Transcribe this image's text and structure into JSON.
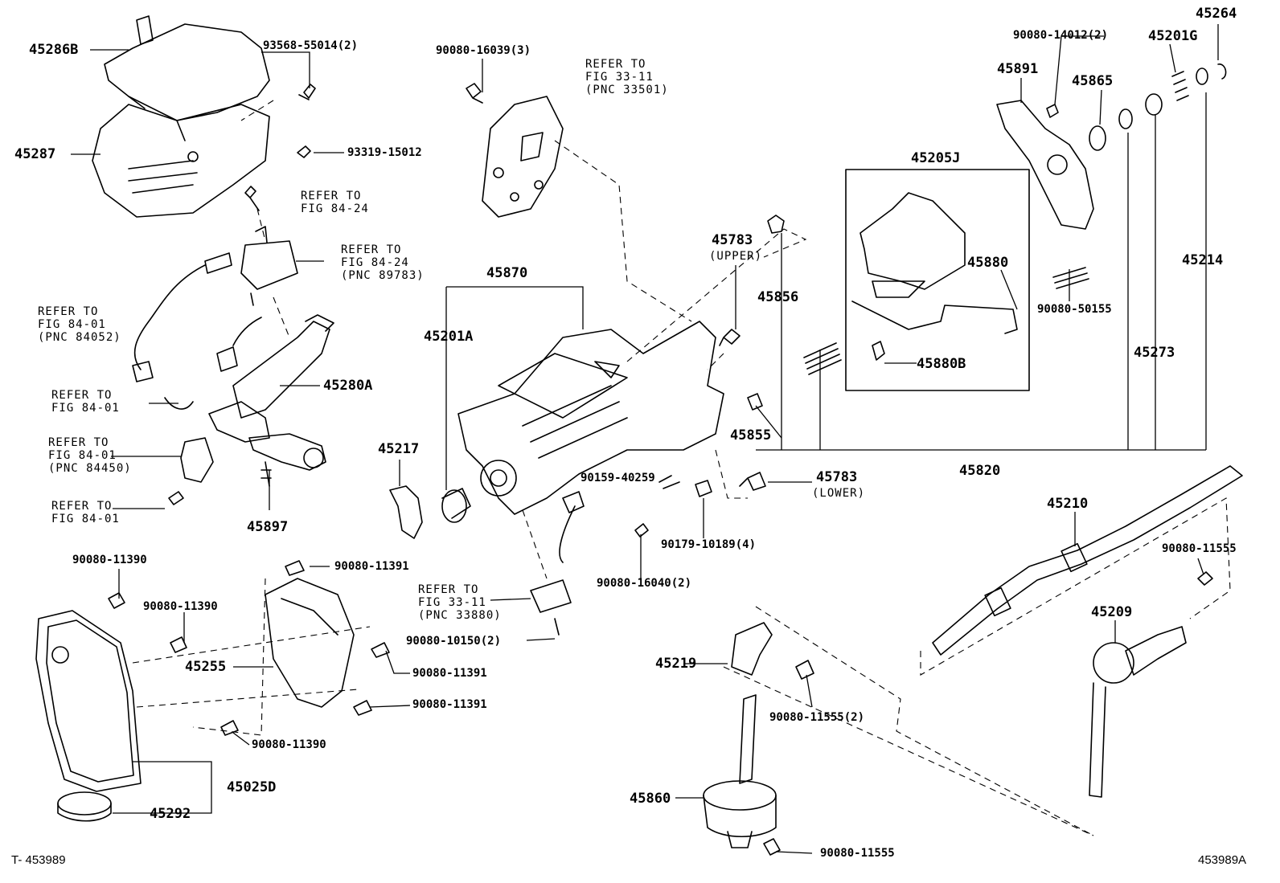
{
  "labels": {
    "p45286B": "45286B",
    "p45287": "45287",
    "p93568": "93568-55014(2)",
    "p93319": "93319-15012",
    "p90080_16039": "90080-16039(3)",
    "p90080_14012": "90080-14012(2)",
    "p45264": "45264",
    "p45201G": "45201G",
    "p45891": "45891",
    "p45865": "45865",
    "p45205J": "45205J",
    "p45880": "45880",
    "p45880B": "45880B",
    "p45783u": "45783",
    "p45856": "45856",
    "p45870": "45870",
    "p45201A": "45201A",
    "p45280A": "45280A",
    "p45217": "45217",
    "p45855": "45855",
    "p45820": "45820",
    "p45783l": "45783",
    "p90159": "90159-40259",
    "p90179": "90179-10189(4)",
    "p90080_16040": "90080-16040(2)",
    "p45897": "45897",
    "p90080_50155": "90080-50155",
    "p45273": "45273",
    "p45214": "45214",
    "p45210": "45210",
    "p90080_11555a": "90080-11555",
    "p45209": "45209",
    "p90080_11390a": "90080-11390",
    "p90080_11391a": "90080-11391",
    "p90080_11390b": "90080-11390",
    "p45255": "45255",
    "p90080_11391b": "90080-11391",
    "p90080_11391c": "90080-11391",
    "p90080_11390c": "90080-11390",
    "p90080_10150": "90080-10150(2)",
    "p45219": "45219",
    "p90080_11555b": "90080-11555(2)",
    "p45025D": "45025D",
    "p45292": "45292",
    "p45860": "45860",
    "p90080_11555c": "90080-11555"
  },
  "tags": {
    "upper": "(UPPER)",
    "lower": "(LOWER)"
  },
  "refs": {
    "r1": [
      "REFER TO",
      "FIG 33-11",
      "(PNC 33501)"
    ],
    "r2": [
      "REFER TO",
      "FIG 84-24"
    ],
    "r3": [
      "REFER TO",
      "FIG 84-24",
      "(PNC 89783)"
    ],
    "r4": [
      "REFER TO",
      "FIG 84-01",
      "(PNC 84052)"
    ],
    "r5": [
      "REFER TO",
      "FIG 84-01"
    ],
    "r6": [
      "REFER TO",
      "FIG 84-01",
      "(PNC 84450)"
    ],
    "r7": [
      "REFER TO",
      "FIG 84-01"
    ],
    "r8": [
      "REFER TO",
      "FIG 33-11",
      "(PNC 33880)"
    ]
  },
  "footer": {
    "left": "T- 453989",
    "right": "453989A"
  }
}
